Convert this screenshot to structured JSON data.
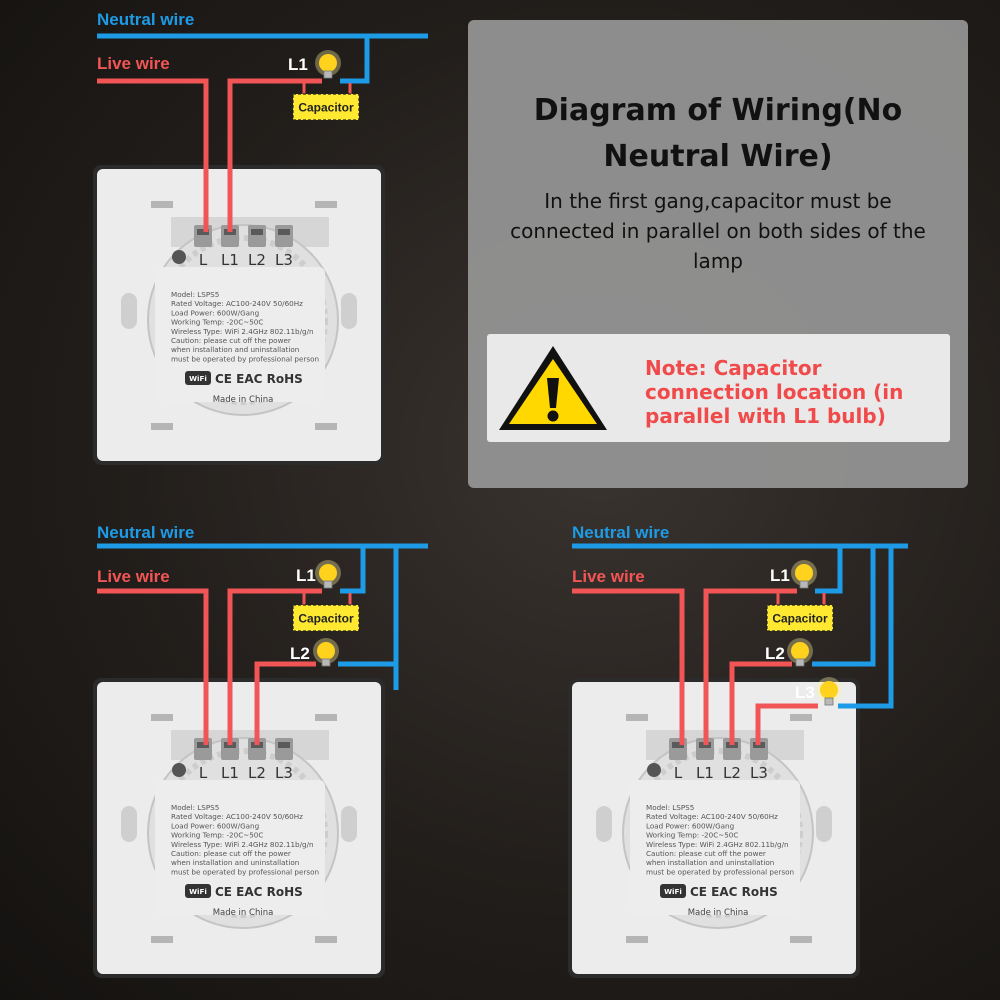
{
  "labels": {
    "neutral_wire": "Neutral wire",
    "live_wire": "Live wire",
    "capacitor": "Capacitor",
    "lamps": [
      "L1",
      "L2",
      "L3"
    ],
    "terminals": [
      "L",
      "L1",
      "L2",
      "L3"
    ]
  },
  "info": {
    "title": "Diagram of Wiring(No Neutral Wire)",
    "subtitle": "In the first gang,capacitor must be connected in parallel on both sides of the lamp",
    "note": "Note: Capacitor connection location (in parallel with L1 bulb)"
  },
  "switch_label": {
    "model": "Model: LSPS5",
    "rated_voltage": "Rated Voltage: AC100-240V 50/60Hz",
    "load_power": "Load Power: 600W/Gang",
    "working_temp": "Working Temp: -20C~50C",
    "wireless_type": "Wireless Type: WiFi 2.4GHz 802.11b/g/n",
    "caution_1": "Caution: please cut off the power",
    "caution_2": "when installation and uninstallation",
    "caution_3": "must be operated by professional person",
    "certifications": "CE EAC RoHS",
    "wifi": "WiFi",
    "made_in": "Made in China"
  },
  "colors": {
    "neutral": "#1e9be6",
    "live": "#f25555",
    "lamp": "#ffd21e",
    "capacitor": "#ffe930",
    "note": "#f04a4a"
  },
  "diagrams": [
    {
      "gangs": 1
    },
    {
      "gangs": 2
    },
    {
      "gangs": 3
    }
  ]
}
